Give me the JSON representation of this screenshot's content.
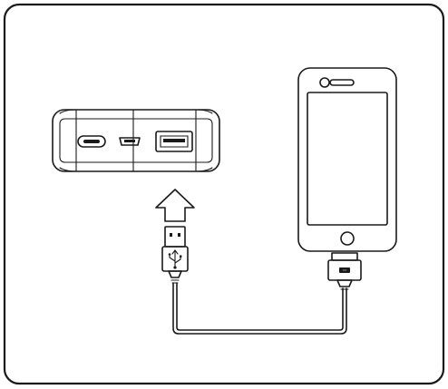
{
  "diagram": {
    "description_visible_text": "",
    "components": [
      {
        "id": "power-bank",
        "icon": "power-bank-icon"
      },
      {
        "id": "usb-c-port",
        "icon": "usb-c-port-icon"
      },
      {
        "id": "micro-usb-port",
        "icon": "micro-usb-port-icon"
      },
      {
        "id": "usb-a-port",
        "icon": "usb-a-port-icon"
      },
      {
        "id": "insert-arrow",
        "icon": "arrow-up-icon"
      },
      {
        "id": "usb-a-plug",
        "icon": "usb-a-plug-icon"
      },
      {
        "id": "usb-trident-symbol",
        "icon": "usb-symbol-icon"
      },
      {
        "id": "charging-cable",
        "icon": "cable-icon"
      },
      {
        "id": "30-pin-connector",
        "icon": "dock-connector-icon"
      },
      {
        "id": "phone",
        "icon": "smartphone-icon"
      }
    ],
    "colors": {
      "stroke": "#1a1a1a",
      "background": "#ffffff"
    }
  }
}
